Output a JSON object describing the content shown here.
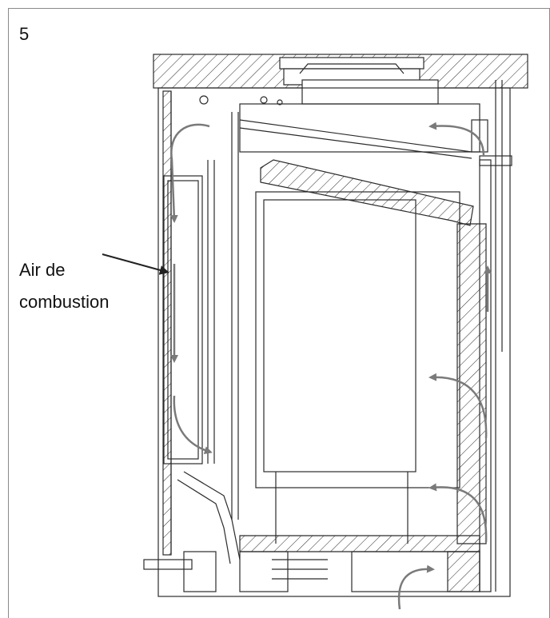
{
  "figure": {
    "number": "5",
    "callout_line1": "Air de",
    "callout_line2": "combustion"
  },
  "colors": {
    "line": "#2b2b2b",
    "arrow": "#7a7a7a",
    "frame": "#8a8a8a"
  },
  "icons": {
    "airflow_arrow": "curved-arrow-icon",
    "pointer": "leader-arrow-icon"
  }
}
